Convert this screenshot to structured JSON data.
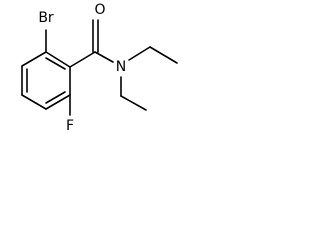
{
  "molecule": {
    "atoms": {
      "bromine": "Br",
      "oxygen": "O",
      "nitrogen": "N",
      "fluorine": "F"
    }
  },
  "colors": {
    "bond": "#000000",
    "label": "#000000",
    "background": "#ffffff"
  }
}
